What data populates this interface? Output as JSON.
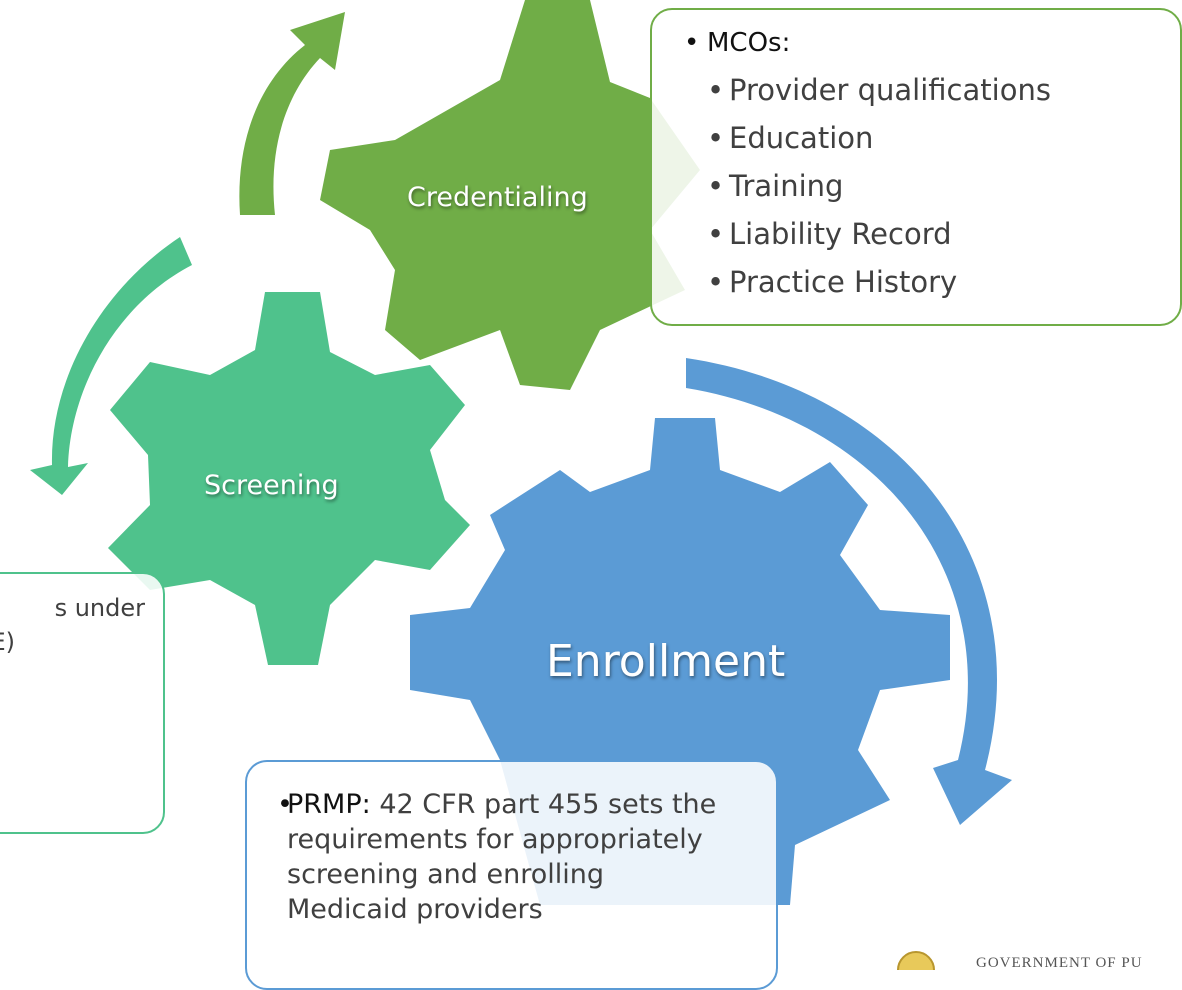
{
  "colors": {
    "credentialing_green": "#70ad47",
    "screening_green": "#4fc28c",
    "enrollment_blue": "#5b9bd5",
    "text_dark": "#404040"
  },
  "gears": {
    "credentialing": "Credentialing",
    "screening": "Screening",
    "enrollment": "Enrollment"
  },
  "mco_callout": {
    "heading": "MCOs:",
    "items": [
      "Provider qualifications",
      "Education",
      "Training",
      "Liability Record",
      "Practice History"
    ]
  },
  "screening_callout": {
    "line1": "s under",
    "line2": ". E)"
  },
  "prmp_callout": {
    "key": "PRMP:",
    "text": "42 CFR part 455 sets the requirements for appropriately screening and enrolling Medicaid providers",
    "lines": [
      "42 CFR part 455 sets the",
      "requirements for appropriately",
      "screening and enrolling",
      "Medicaid providers"
    ]
  },
  "footer": {
    "org_text": "GOVERNMENT OF PU"
  }
}
